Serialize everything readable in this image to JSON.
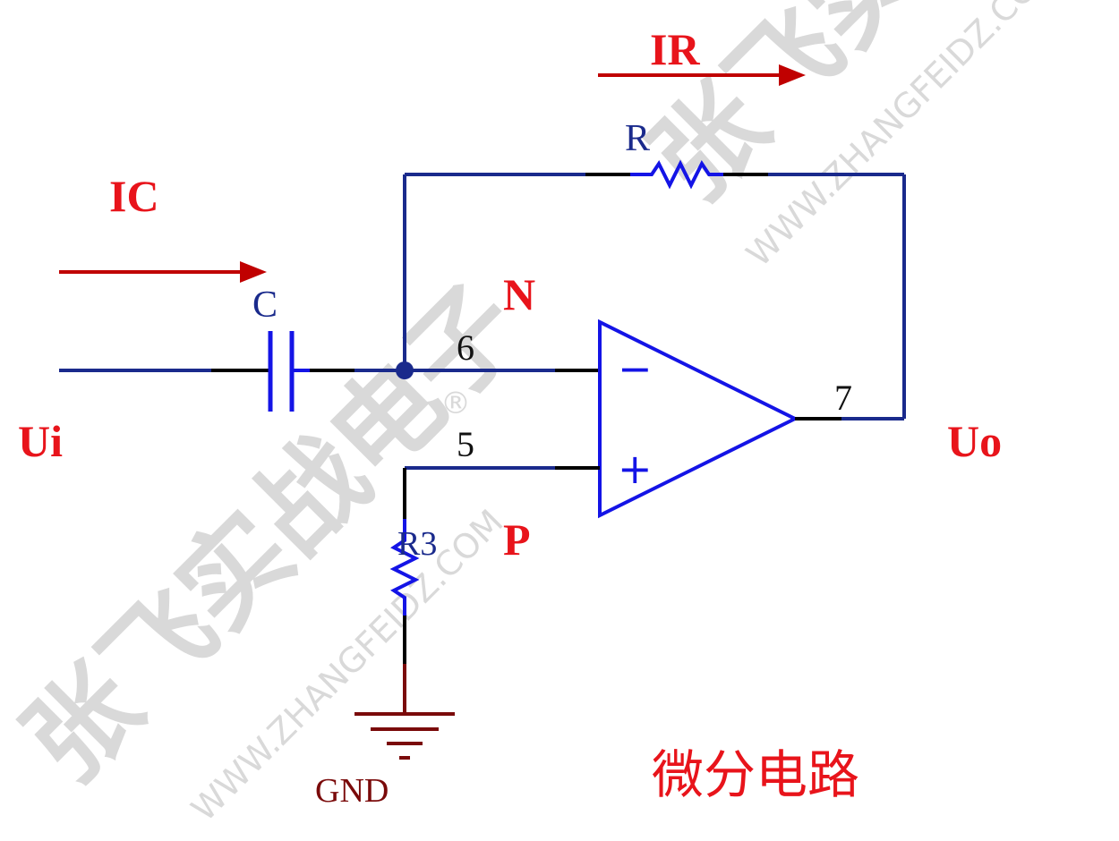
{
  "title": "微分电路",
  "labels": {
    "ui": "Ui",
    "uo": "Uo",
    "ic": "IC",
    "ir": "IR",
    "n": "N",
    "p": "P"
  },
  "components": {
    "capacitor": "C",
    "feedback_resistor": "R",
    "resistor_r3": "R3",
    "ground": "GND"
  },
  "pins": {
    "inverting": "6",
    "non_inverting": "5",
    "output": "7"
  },
  "opamp_symbols": {
    "minus": "−",
    "plus": "+"
  },
  "watermark": {
    "brand": "张飞实战电子",
    "url": "WWW.ZHANGFEIDZ.COM",
    "registered": "®"
  },
  "colors": {
    "wire": "#1a2a8c",
    "component": "#1414e6",
    "lead": "#000000",
    "arrow": "#c00000",
    "label_red": "#e8141b",
    "ground": "#7a0a0a"
  }
}
